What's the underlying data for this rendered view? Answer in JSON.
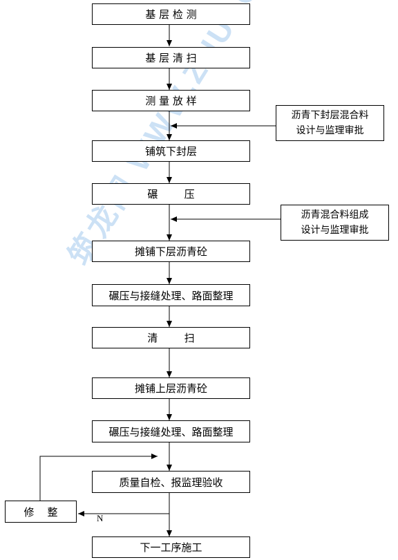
{
  "steps": [
    "基 层 检 测",
    "基 层 清 扫",
    "测 量 放 样",
    "铺筑下封层",
    "碾        压",
    "摊铺下层沥青砼",
    "碾压与接缝处理、路面整理",
    "清        扫",
    "摊铺上层沥青砼",
    "碾压与接缝处理、路面整理",
    "质量自检、报监理验收",
    "下一工序施工"
  ],
  "side_inputs": [
    {
      "line1": "沥青下封层混合料",
      "line2": "设计与监理审批"
    },
    {
      "line1": "沥青混合料组成",
      "line2": "设计与监理审批"
    }
  ],
  "repair": "修    整",
  "no_label": "N",
  "watermark": "筑龙网 WWW.ZHULONG.COM"
}
